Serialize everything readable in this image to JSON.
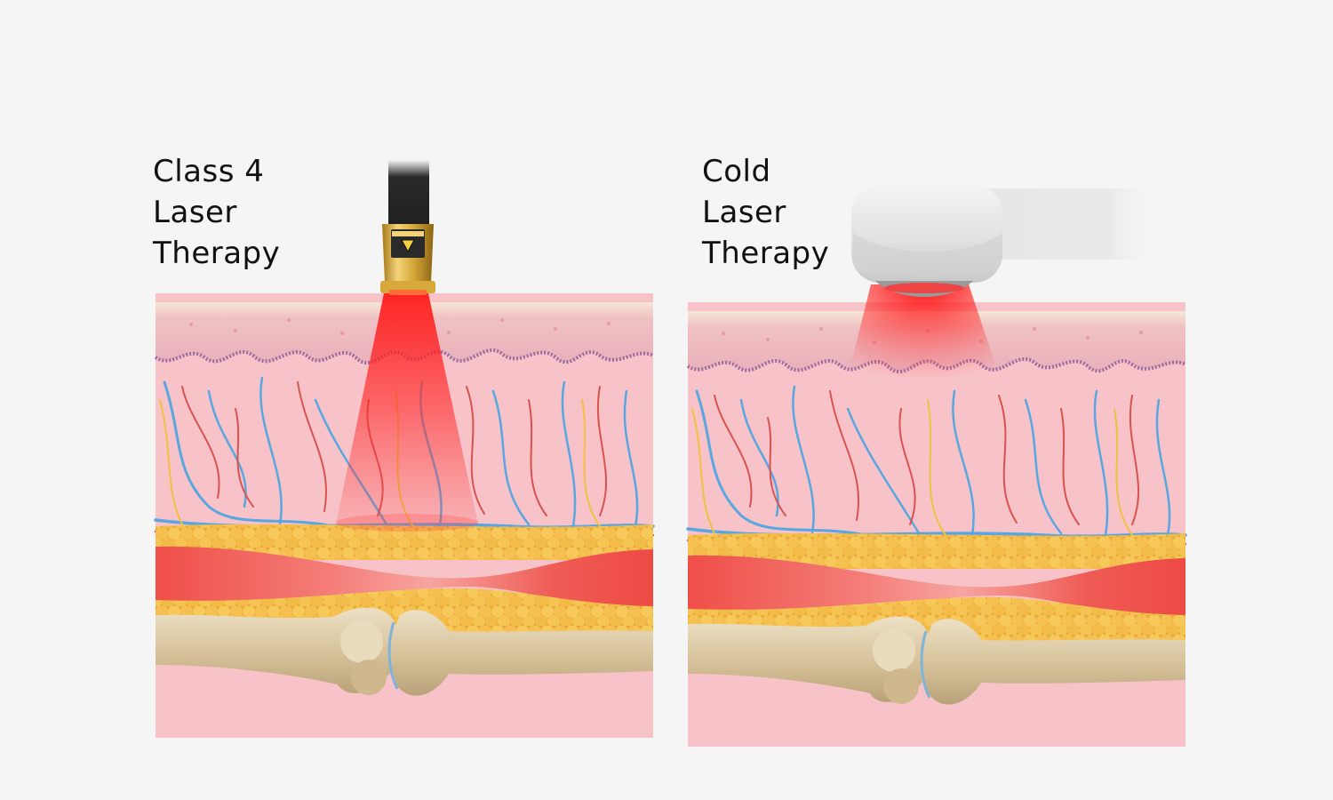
{
  "panels": [
    {
      "title_lines": [
        "Class 4",
        "Laser",
        "Therapy"
      ]
    },
    {
      "title_lines": [
        "Cold",
        "Laser",
        "Therapy"
      ]
    }
  ],
  "colors": {
    "background": "#f5f5f5",
    "epidermis": "#e8b3bd",
    "dermis": "#f7c3c8",
    "fat": "#f2b84a",
    "muscle": "#ef5b55",
    "bone": "#d9c6a2",
    "laser_red": "#ff2020",
    "vein_blue": "#5aa6e0",
    "artery_red": "#d9534f",
    "nerve_yellow": "#f0c040"
  },
  "icons": {
    "laser_probe": "laser-probe-icon",
    "handheld_device": "handheld-laser-device-icon"
  }
}
